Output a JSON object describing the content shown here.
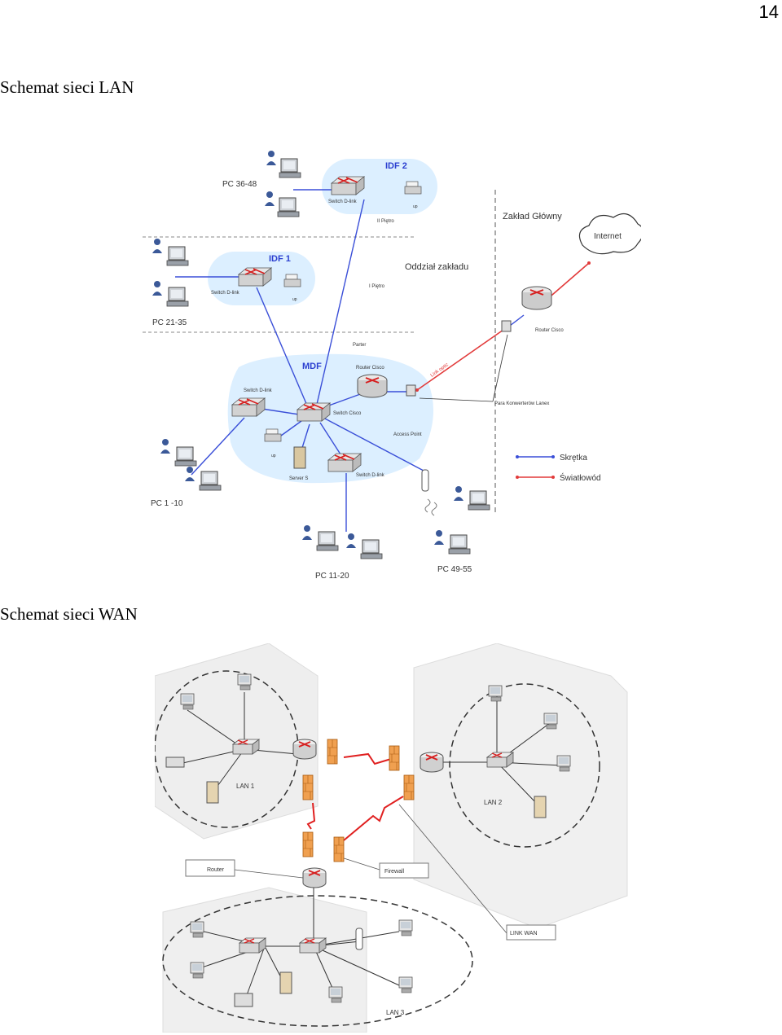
{
  "page_number": "14",
  "lan": {
    "heading": "Schemat sieci LAN",
    "labels": {
      "idf2": "IDF 2",
      "idf1": "IDF 1",
      "mdf": "MDF",
      "pc_36_48": "PC 36-48",
      "pc_21_35": "PC 21-35",
      "pc_1_10": "PC 1 -10",
      "pc_11_20": "PC 11-20",
      "pc_49_55": "PC 49-55",
      "ii_pietro": "II Piętro",
      "i_pietro": "I Piętro",
      "parter": "Parter",
      "oddzial": "Oddział zakładu",
      "zaklad_glowny": "Zakład Główny",
      "internet": "Internet",
      "router_cisco_main": "Router Cisco",
      "router_cisco_mdf": "Router Cisco",
      "switch_dlink_idf2": "Switch D-link",
      "switch_dlink_idf1": "Switch D-link",
      "switch_dlink_mdf_left": "Switch D-link",
      "switch_dlink_mdf_bottom": "Switch D-link",
      "switch_cisco": "Switch Cisco",
      "access_point": "Access Point",
      "server": "Server S",
      "link_optic": "Link optic",
      "converter": "Para Konwerterów Lanex",
      "printer_small": "up",
      "legend_twisted": "Skrętka",
      "legend_fiber": "Światłowód"
    },
    "colors": {
      "twisted": "#3a4fd8",
      "fiber": "#e23a3a",
      "zone": "#dcefff"
    }
  },
  "wan": {
    "heading": "Schemat sieci WAN",
    "labels": {
      "lan1": "LAN 1",
      "lan2": "LAN 2",
      "lan3": "LAN 3",
      "router": "Router",
      "firewall": "Firewall",
      "link_wan": "LINK WAN"
    },
    "colors": {
      "firewall": "#f0a050",
      "link": "#e02020",
      "building": "#eeeeee"
    }
  }
}
